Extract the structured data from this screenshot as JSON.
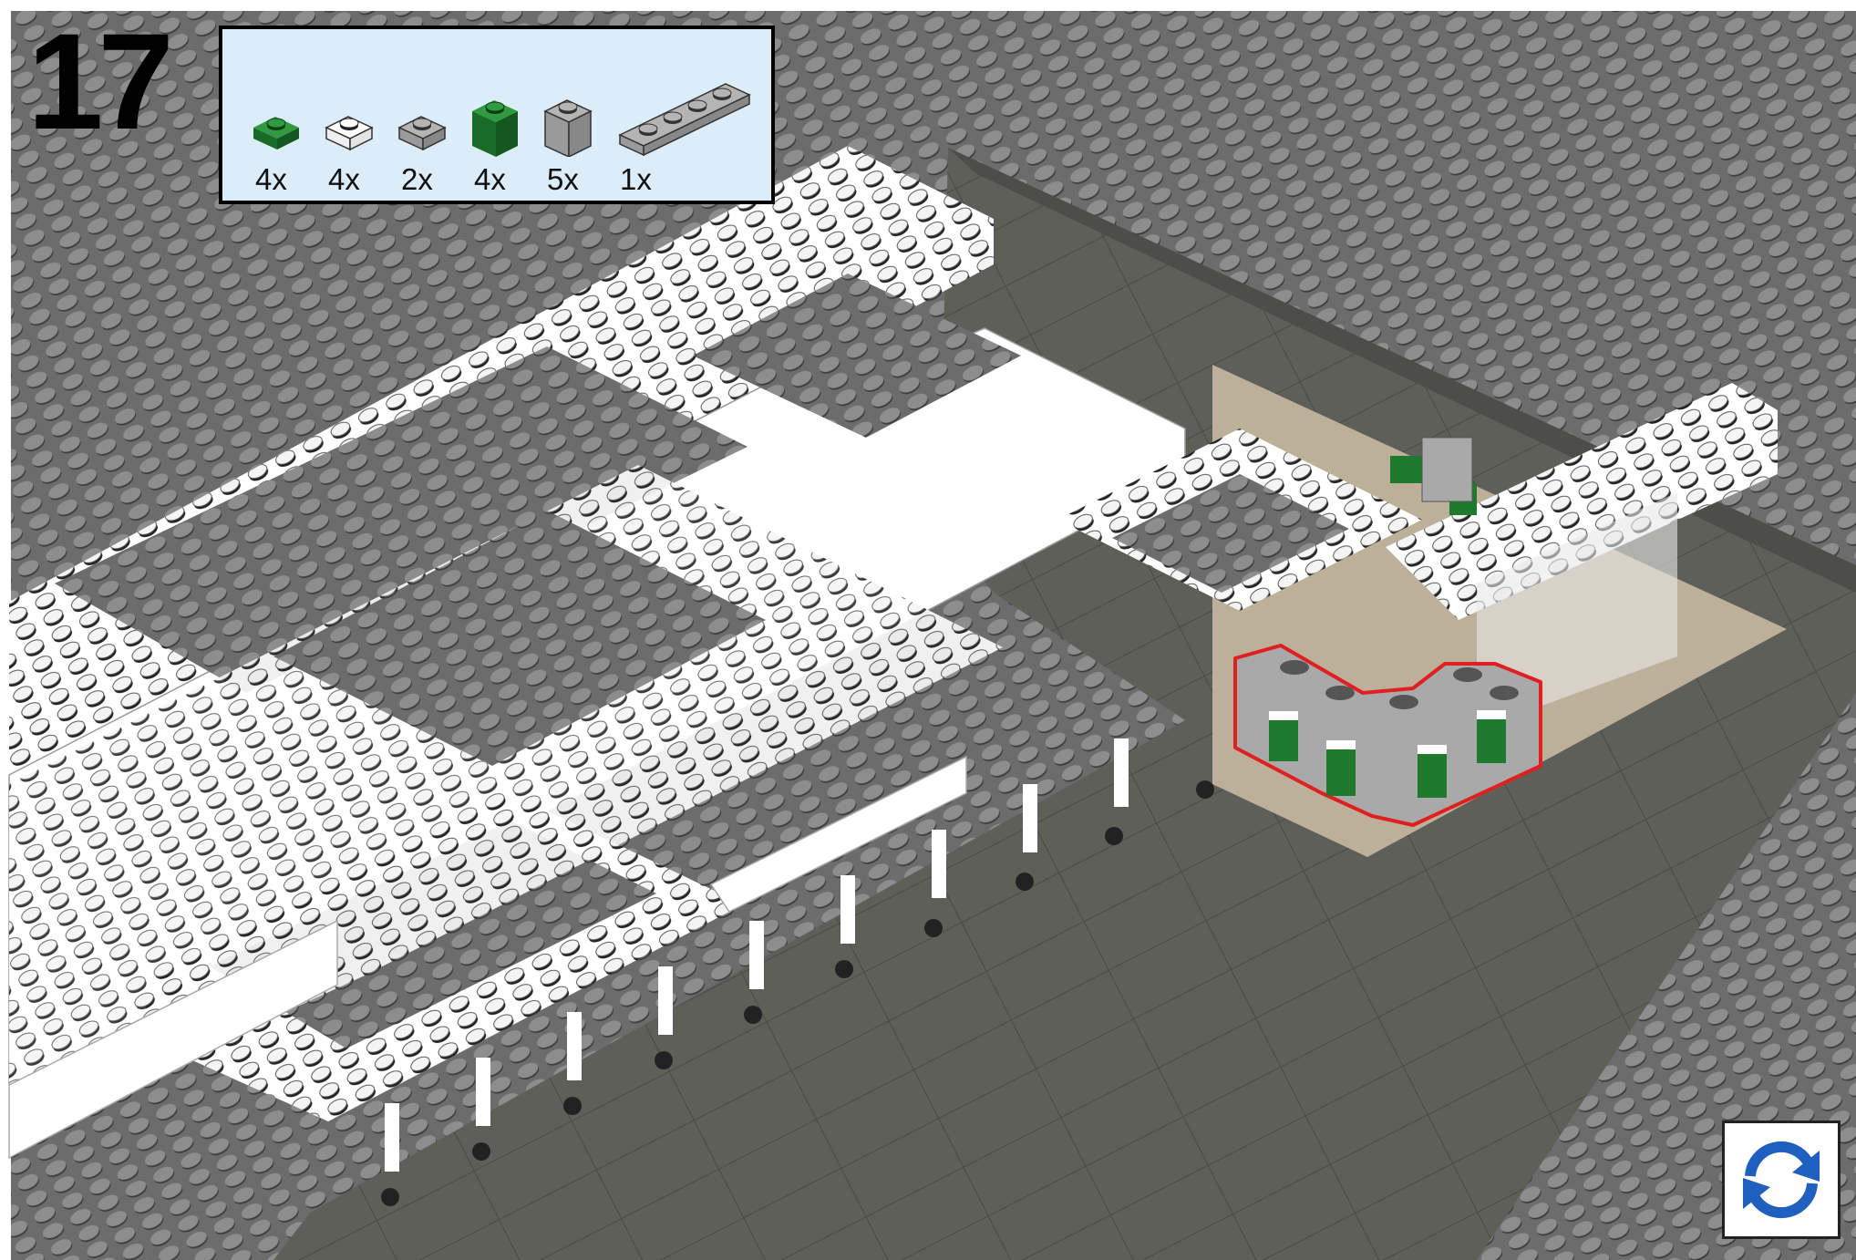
{
  "instructions": {
    "step_number": "17",
    "parts": [
      {
        "icon": "green-plate-1x1-icon",
        "color": "#1f7a2e",
        "quantity": "4x"
      },
      {
        "icon": "white-plate-1x1-icon",
        "color": "#ffffff",
        "quantity": "4x"
      },
      {
        "icon": "grey-plate-1x1-icon",
        "color": "#a8a8a8",
        "quantity": "2x"
      },
      {
        "icon": "green-brick-1x1-icon",
        "color": "#1f7a2e",
        "quantity": "4x"
      },
      {
        "icon": "grey-brick-1x1-icon",
        "color": "#a8a8a8",
        "quantity": "5x"
      },
      {
        "icon": "grey-plate-1x4-icon",
        "color": "#a8a8a8",
        "quantity": "1x"
      }
    ]
  },
  "controls": {
    "rotate_icon": "rotate-view-icon",
    "rotate_color": "#1f5fbf"
  },
  "colors": {
    "baseplate": "#6e6e6e",
    "road": "#5e5e5a",
    "sidewalk": "#bdb09a",
    "walls": "#ffffff",
    "highlight": "#e02020"
  }
}
